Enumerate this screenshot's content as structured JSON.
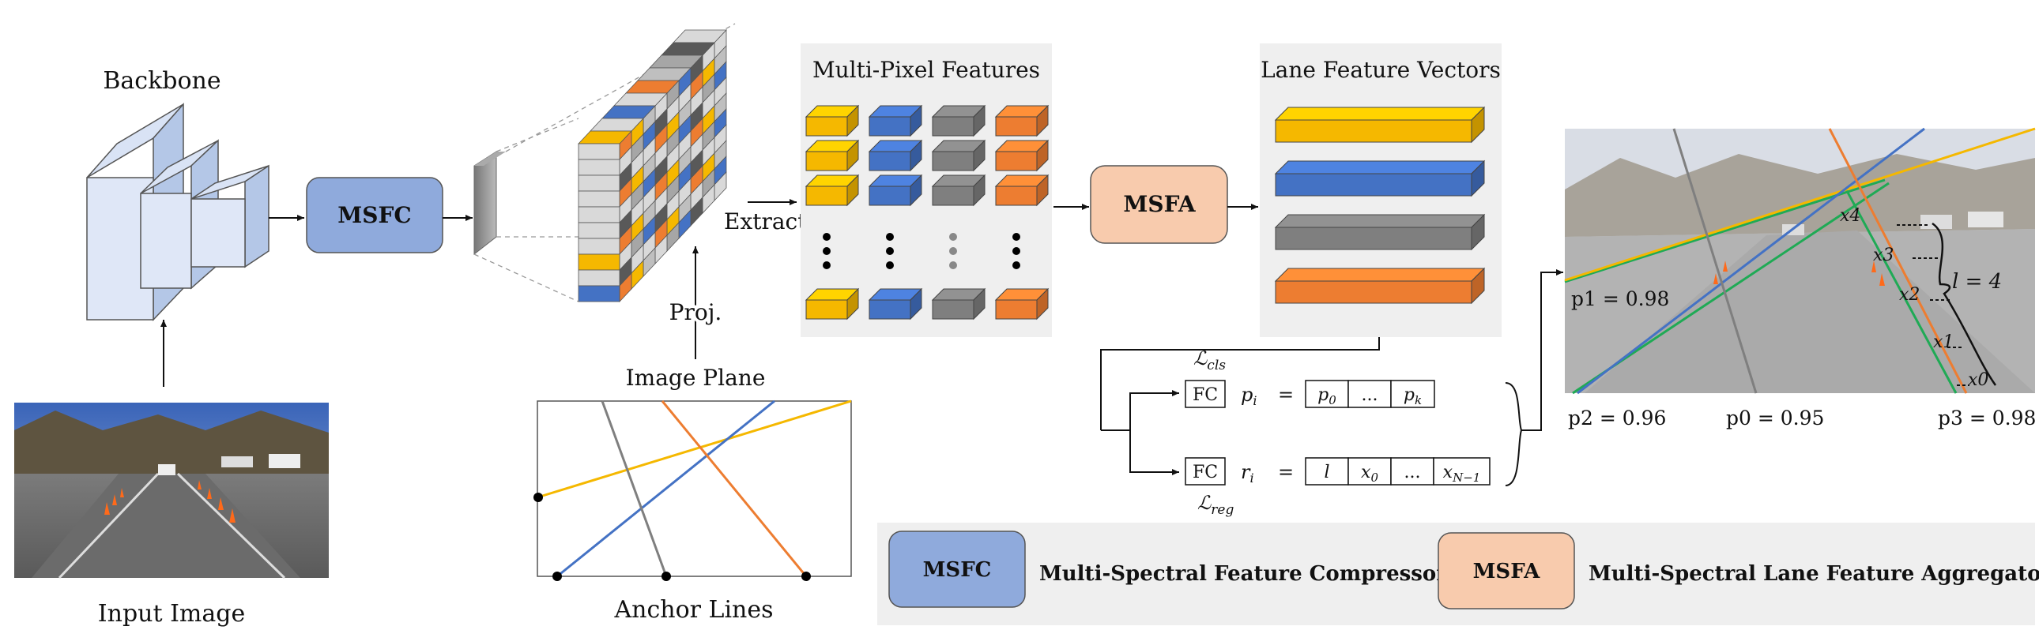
{
  "labels": {
    "backbone": "Backbone",
    "input_image": "Input Image",
    "msfc_block": "MSFC",
    "extract": "Extract",
    "proj": "Proj.",
    "image_plane": "Image Plane",
    "anchor_lines": "Anchor Lines",
    "multi_pixel_features": "Multi-Pixel Features",
    "lane_feature_vectors": "Lane Feature Vectors",
    "msfa_block": "MSFA"
  },
  "heads": {
    "cls_loss": "ℒ",
    "cls_loss_sub": "cls",
    "reg_loss": "ℒ",
    "reg_loss_sub": "reg",
    "fc": "FC",
    "p_row": {
      "lhs": "p",
      "lhs_sub": "i",
      "eq": "=",
      "cells": [
        "p0",
        "...",
        "pk"
      ]
    },
    "r_row": {
      "lhs": "r",
      "lhs_sub": "i",
      "eq": "=",
      "cells": [
        "l",
        "x0",
        "...",
        "xN−1"
      ]
    }
  },
  "output": {
    "scores": [
      {
        "label": "p1 = 0.98"
      },
      {
        "label": "p2 = 0.96"
      },
      {
        "label": "p0 = 0.95"
      },
      {
        "label": "p3 = 0.98"
      }
    ],
    "points": [
      "x4",
      "x3",
      "x2",
      "x1",
      "x0"
    ],
    "length": "l = 4"
  },
  "legend": {
    "msfc_tag": "MSFC",
    "msfc_desc": "Multi-Spectral Feature Compressor",
    "msfa_tag": "MSFA",
    "msfa_desc": "Multi-Spectral Lane Feature Aggregator"
  },
  "colors": {
    "yellow": "#f5b800",
    "blue": "#4472c4",
    "gray": "#7f7f7f",
    "orange": "#ed7d31",
    "msfc_fill": "#8faadc",
    "msfa_fill": "#f8cbad",
    "green": "#1faa55",
    "panel_bg": "#efefef"
  }
}
